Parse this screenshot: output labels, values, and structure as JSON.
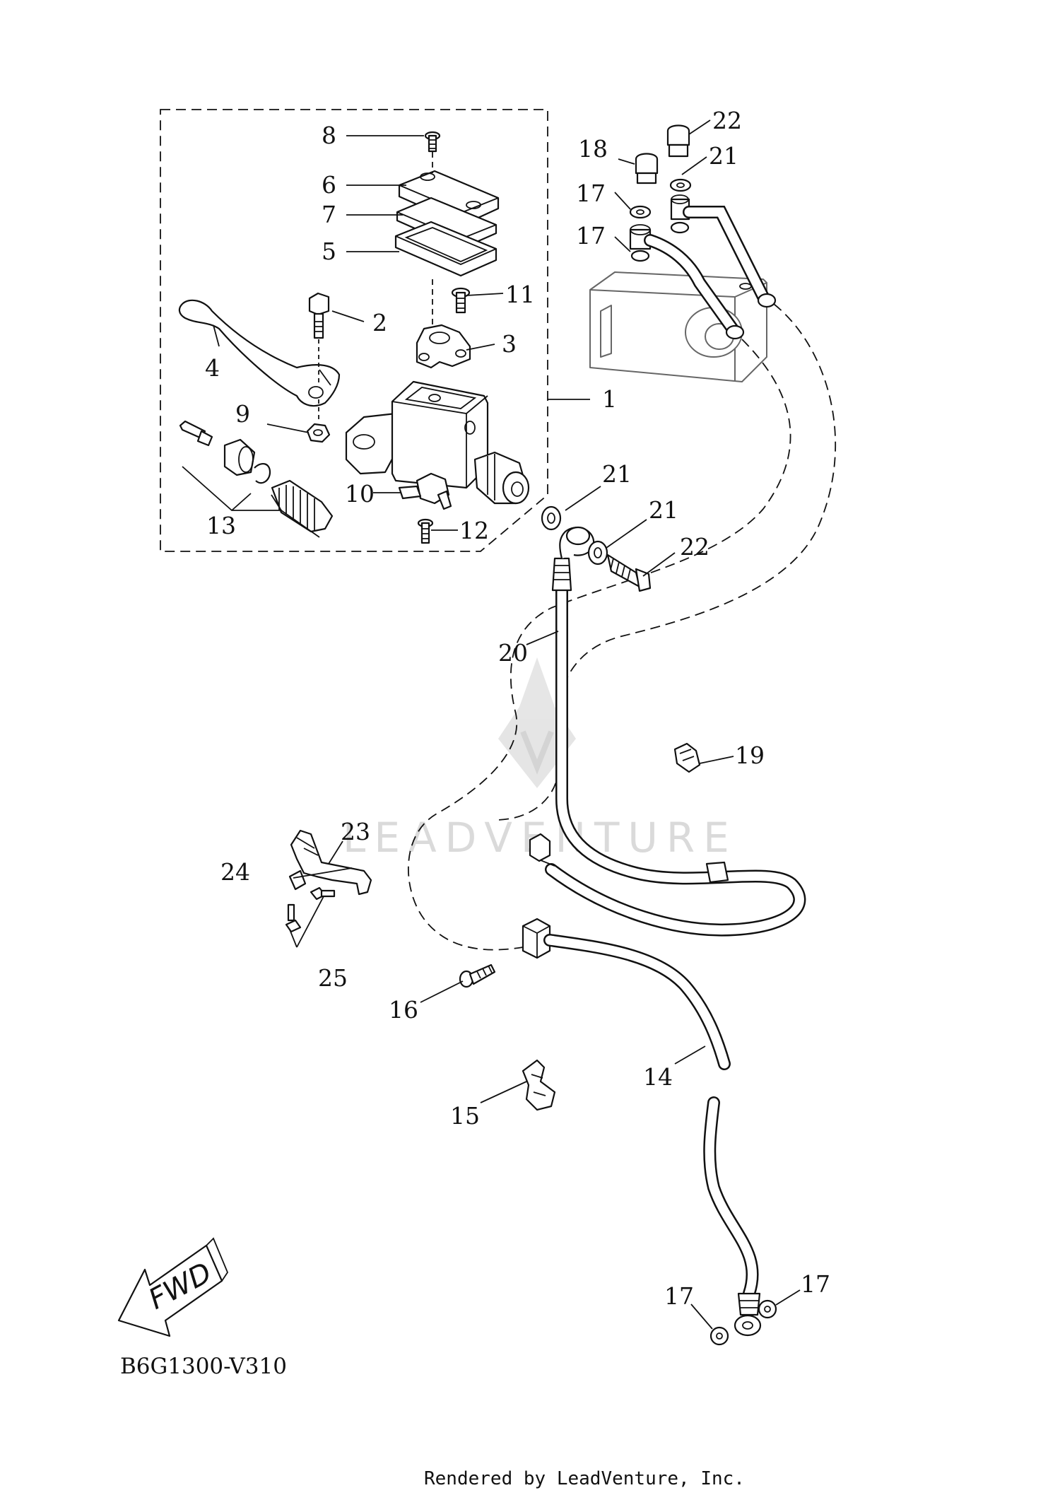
{
  "diagram": {
    "code": "B6G1300-V310",
    "footer": "Rendered by LeadVenture, Inc.",
    "watermark": "LEADVENTURE",
    "fwd_label": "FWD",
    "callouts": {
      "c1": "1",
      "c2": "2",
      "c3": "3",
      "c4": "4",
      "c5": "5",
      "c6": "6",
      "c7": "7",
      "c8": "8",
      "c9": "9",
      "c10": "10",
      "c11": "11",
      "c12": "12",
      "c13": "13",
      "c14": "14",
      "c15": "15",
      "c16": "16",
      "c17a": "17",
      "c17b": "17",
      "c17c": "17",
      "c17d": "17",
      "c18": "18",
      "c19": "19",
      "c20": "20",
      "c21a": "21",
      "c21b": "21",
      "c21c": "21",
      "c22a": "22",
      "c22b": "22",
      "c23": "23",
      "c24": "24",
      "c25": "25"
    }
  }
}
